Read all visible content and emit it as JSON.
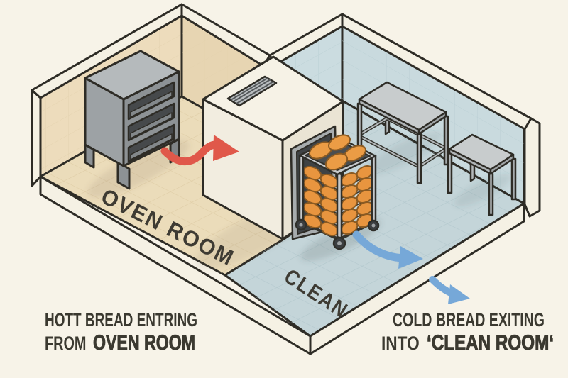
{
  "scene": {
    "floor_labels": {
      "oven_room": "OVEN ROOM",
      "clean_room": "CLEAN"
    },
    "captions": {
      "left": {
        "line1": "HOTT BREAD ENTRING",
        "line2_prefix": "FROM ",
        "line2_emphasis": "OVEN ROOM"
      },
      "right": {
        "line1": "COLD BREAD EXITING",
        "line2_prefix": "INTO ",
        "line2_emphasis": "‘CLEAN ROOM‘"
      }
    },
    "colors": {
      "background": "#f7f3e8",
      "outline": "#2e2c26",
      "oven_room_wall": "#eddcbc",
      "oven_room_floor": "#ebdcba",
      "clean_room_wall": "#cbdce0",
      "clean_room_floor": "#c4d5d9",
      "hot_arrow_red": "#e0584a",
      "cold_arrow_blue": "#76a8d8",
      "bread_orange": "#eb9c45",
      "equipment_gray": "#9da2a5",
      "text_dark": "#3b3930"
    },
    "objects": [
      {
        "name": "deck-oven",
        "room": "oven_room"
      },
      {
        "name": "cooling-unit",
        "room": "doorway"
      },
      {
        "name": "bread-trolley",
        "room": "clean_room"
      },
      {
        "name": "work-table-large",
        "room": "clean_room"
      },
      {
        "name": "work-table-small",
        "room": "clean_room"
      }
    ]
  }
}
